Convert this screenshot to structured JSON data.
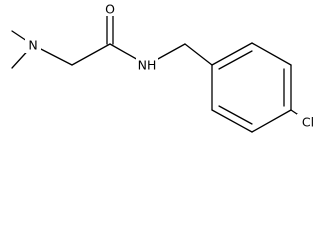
{
  "molecule": {
    "atoms": {
      "n_amine": "N",
      "o_carbonyl": "O",
      "n_amide_text": "NH",
      "cl": "Cl"
    }
  }
}
